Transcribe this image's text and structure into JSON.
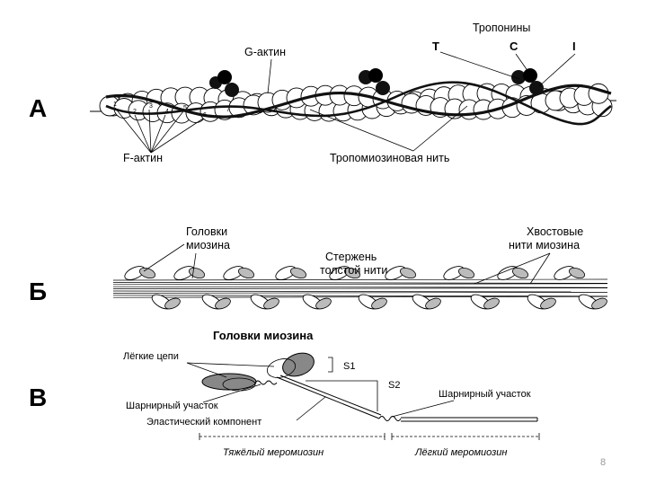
{
  "panels": {
    "a": {
      "letter": "А",
      "g_actin": "G-актин",
      "troponins": "Тропонины",
      "t": "T",
      "c": "C",
      "i": "I",
      "f_actin": "F-актин",
      "tropomyosin": "Тропомиозиновая нить",
      "bead_numbers": [
        "1",
        "2",
        "3",
        "4",
        "5",
        "6",
        "7"
      ]
    },
    "b": {
      "letter": "Б",
      "heads_line1": "Головки",
      "heads_line2": "миозина",
      "rod_line1": "Стержень",
      "rod_line2": "толстой нити",
      "tail_line1": "Хвостовые",
      "tail_line2": "нити миозина"
    },
    "c": {
      "letter": "В",
      "heads": "Головки миозина",
      "light_chains": "Лёгкие цепи",
      "s1": "S1",
      "s2": "S2",
      "hinge_left": "Шарнирный участок",
      "hinge_right": "Шарнирный участок",
      "elastic": "Эластический компонент",
      "heavy_mero": "Тяжёлый меромиозин",
      "light_mero": "Лёгкий меромиозин"
    }
  },
  "page_number": "8"
}
